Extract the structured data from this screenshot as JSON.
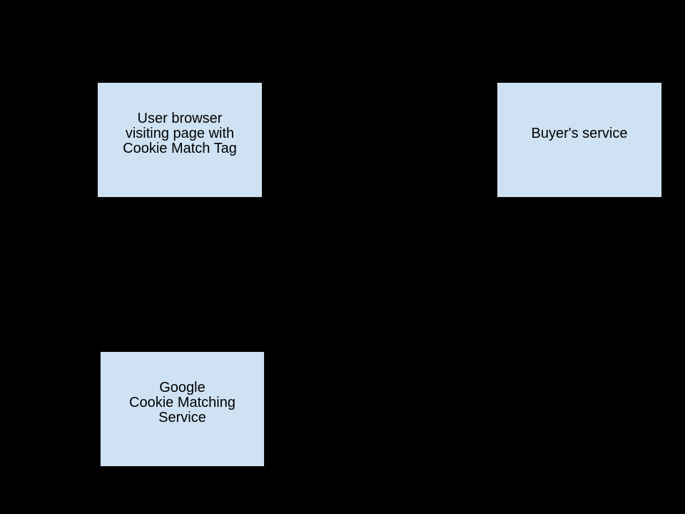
{
  "diagram": {
    "colors": {
      "background-color": "#000000",
      "node-fill": "#cfe2f3",
      "node-border": "#0a0a0a",
      "node-text": "#000000"
    },
    "nodes": [
      {
        "id": "user-browser",
        "lines": [
          "User browser",
          "visiting page with",
          "Cookie Match Tag"
        ]
      },
      {
        "id": "buyers-service",
        "lines": [
          "Buyer's service"
        ]
      },
      {
        "id": "google-cookie-matching-service",
        "lines": [
          "Google",
          "Cookie Matching",
          "Service"
        ]
      }
    ]
  }
}
